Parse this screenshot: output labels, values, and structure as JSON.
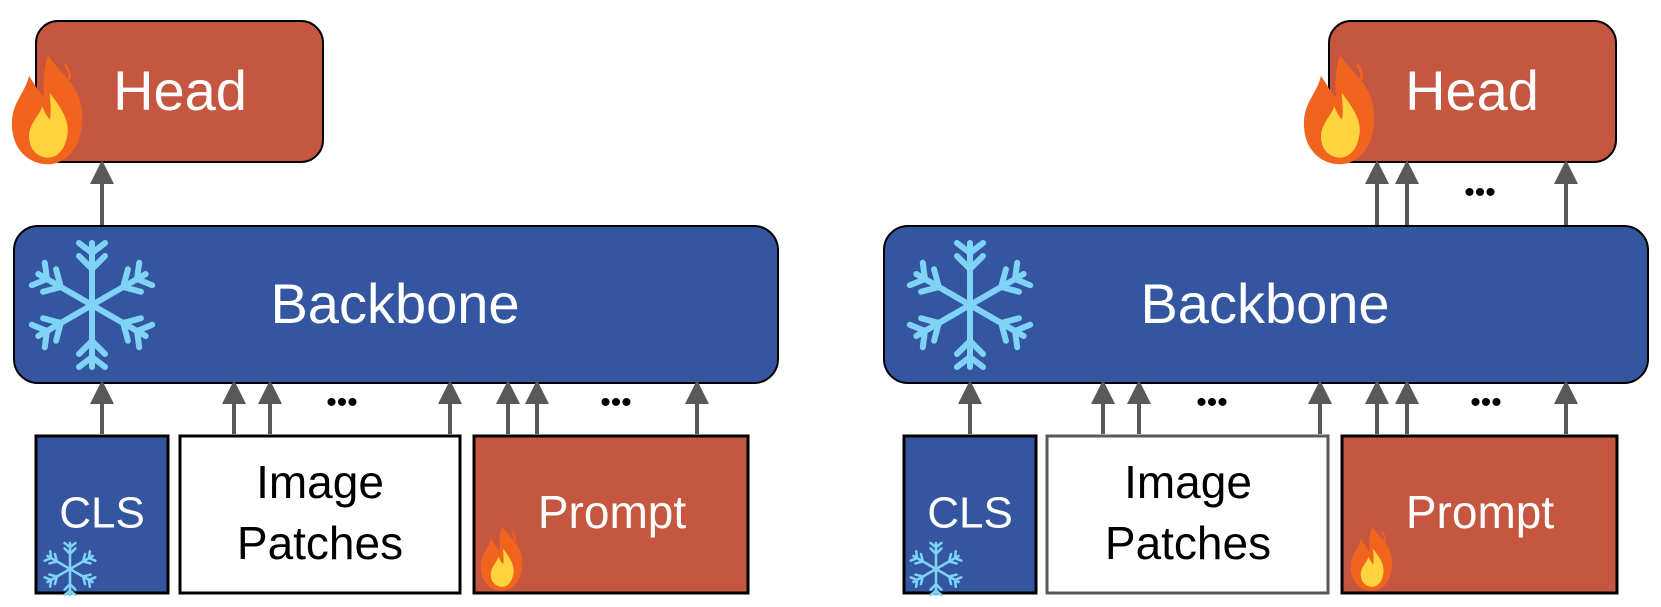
{
  "colors": {
    "head": "#C55640",
    "backbone": "#3456A0",
    "cls": "#3456A0",
    "prompt": "#C55640",
    "patches": "#FFFFFF",
    "arrow": "#595959",
    "snowflake": "#7ED3F7",
    "flame_outer": "#F0641E",
    "flame_inner": "#FFD33D"
  },
  "icons": {
    "frozen": "snowflake-icon",
    "trainable": "fire-icon"
  },
  "left": {
    "head_label": "Head",
    "backbone_label": "Backbone",
    "cls_label": "CLS",
    "patches_line1": "Image",
    "patches_line2": "Patches",
    "prompt_label": "Prompt",
    "ellipsis_patches": "•••",
    "ellipsis_prompt": "•••"
  },
  "right": {
    "head_label": "Head",
    "backbone_label": "Backbone",
    "cls_label": "CLS",
    "patches_line1": "Image",
    "patches_line2": "Patches",
    "prompt_label": "Prompt",
    "ellipsis_head": "•••",
    "ellipsis_patches": "•••",
    "ellipsis_prompt": "•••"
  }
}
